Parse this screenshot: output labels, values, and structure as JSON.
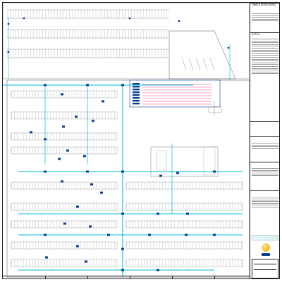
{
  "title_block": {
    "sections": [
      {
        "id": "revisions",
        "label": "TABELA DE REVISÕES"
      },
      {
        "id": "notes",
        "label": "NOTAS"
      },
      {
        "id": "pending",
        "label": ""
      },
      {
        "id": "consulted_docs",
        "label": ""
      },
      {
        "id": "reference_docs",
        "label": ""
      },
      {
        "id": "approval",
        "label": ""
      },
      {
        "id": "stamp",
        "label": ""
      }
    ]
  },
  "colors": {
    "frame": "#222222",
    "line": "#555555",
    "grid": "#7a7a7a",
    "pipe": "#00bcd4",
    "accent": "#e91e63",
    "mark": "#0b3d91",
    "brand": "#f2c94c"
  }
}
